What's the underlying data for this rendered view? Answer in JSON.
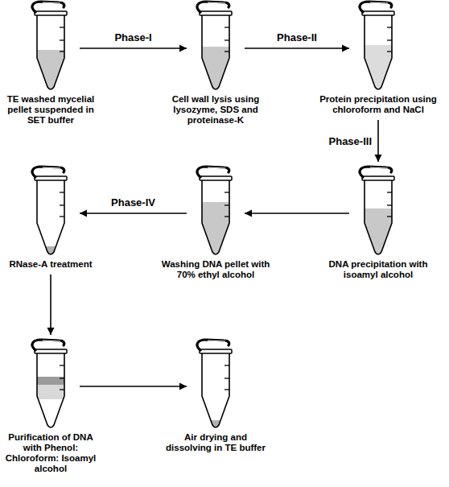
{
  "diagram": {
    "nodes": [
      {
        "text": [
          "TE washed mycelial pellet suspended in SET buffer"
        ]
      },
      {
        "text": [
          "Cell wall lysis using lysozyme, SDS and proteinase-K"
        ]
      },
      {
        "text": [
          "Protein precipitation using chloroform and NaCl"
        ]
      },
      {
        "text": [
          "DNA precipitation with isoamyl alcohol"
        ]
      },
      {
        "text": [
          "Washing DNA pellet with 70% ethyl alcohol"
        ]
      },
      {
        "text": [
          "RNase-A treatment"
        ]
      },
      {
        "text": [
          "Purification of DNA with Phenol: Chloroform: Isoamyl alcohol"
        ]
      },
      {
        "text": [
          "Air drying and dissolving in TE buffer"
        ]
      }
    ],
    "edges": [
      {
        "from": 0,
        "to": 1,
        "label": "Phase-I",
        "arrow": "to"
      },
      {
        "from": 1,
        "to": 2,
        "label": "Phase-II",
        "arrow": "to"
      },
      {
        "from": 2,
        "to": 3,
        "label": "Phase-III",
        "arrow": "to"
      },
      {
        "from": 3,
        "to": 4,
        "arrow": "to"
      },
      {
        "from": 4,
        "to": 5,
        "label": "Phase-IV",
        "arrow": "to"
      },
      {
        "from": 5,
        "to": 6,
        "arrow": "to"
      },
      {
        "from": 6,
        "to": 7,
        "arrow": "to"
      }
    ]
  }
}
